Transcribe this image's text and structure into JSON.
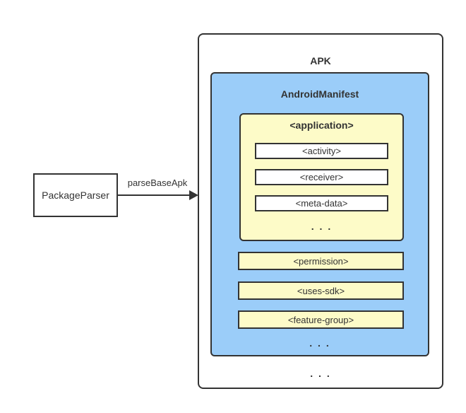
{
  "colors": {
    "manifest_fill": "#9BCDF9",
    "element_fill": "#FDFBC8",
    "border": "#333333",
    "background": "#FFFFFF"
  },
  "package_parser": {
    "label": "PackageParser"
  },
  "arrow": {
    "label": "parseBaseApk"
  },
  "apk": {
    "title": "APK",
    "ellipsis": ". . .",
    "manifest": {
      "title": "AndroidManifest",
      "ellipsis": ". . .",
      "application": {
        "title": "<application>",
        "ellipsis": ". . .",
        "children": [
          "<activity>",
          "<receiver>",
          "<meta-data>"
        ]
      },
      "elements": [
        "<permission>",
        "<uses-sdk>",
        "<feature-group>"
      ]
    }
  }
}
